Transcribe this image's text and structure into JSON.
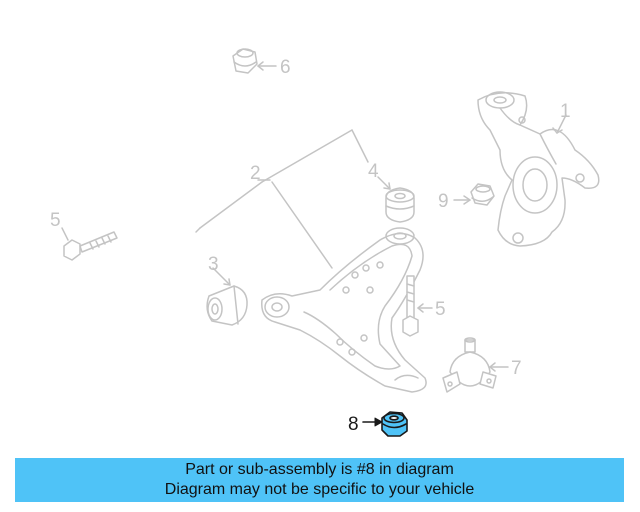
{
  "diagram": {
    "callouts": {
      "c1": "1",
      "c2": "2",
      "c3": "3",
      "c4": "4",
      "c5_left": "5",
      "c5_right": "5",
      "c6": "6",
      "c7": "7",
      "c8": "8",
      "c9": "9"
    },
    "highlight_color": "#4fc3f7",
    "faded_color": "#c4c4c4"
  },
  "banner": {
    "line1": "Part or sub-assembly is #8 in diagram",
    "line2": "Diagram may not be specific to your vehicle",
    "background": "#4fc3f7"
  }
}
